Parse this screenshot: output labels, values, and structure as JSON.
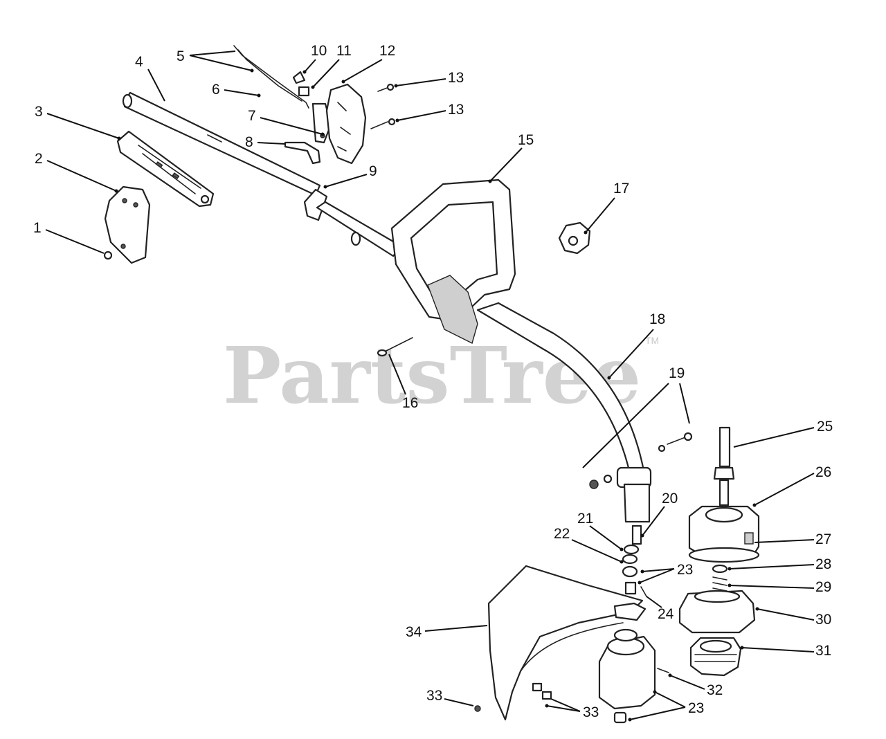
{
  "watermark": {
    "text": "PartsTree",
    "trademark": "TM"
  },
  "callouts": {
    "c1": "1",
    "c2": "2",
    "c3": "3",
    "c4": "4",
    "c5": "5",
    "c6": "6",
    "c7": "7",
    "c8": "8",
    "c9": "9",
    "c10": "10",
    "c11": "11",
    "c12": "12",
    "c13a": "13",
    "c13b": "13",
    "c15": "15",
    "c16": "16",
    "c17": "17",
    "c18": "18",
    "c19": "19",
    "c20": "20",
    "c21": "21",
    "c22": "22",
    "c23a": "23",
    "c23b": "23",
    "c24": "24",
    "c25": "25",
    "c26": "26",
    "c27": "27",
    "c28": "28",
    "c29": "29",
    "c30": "30",
    "c31": "31",
    "c32": "32",
    "c33a": "33",
    "c33b": "33",
    "c34": "34"
  }
}
